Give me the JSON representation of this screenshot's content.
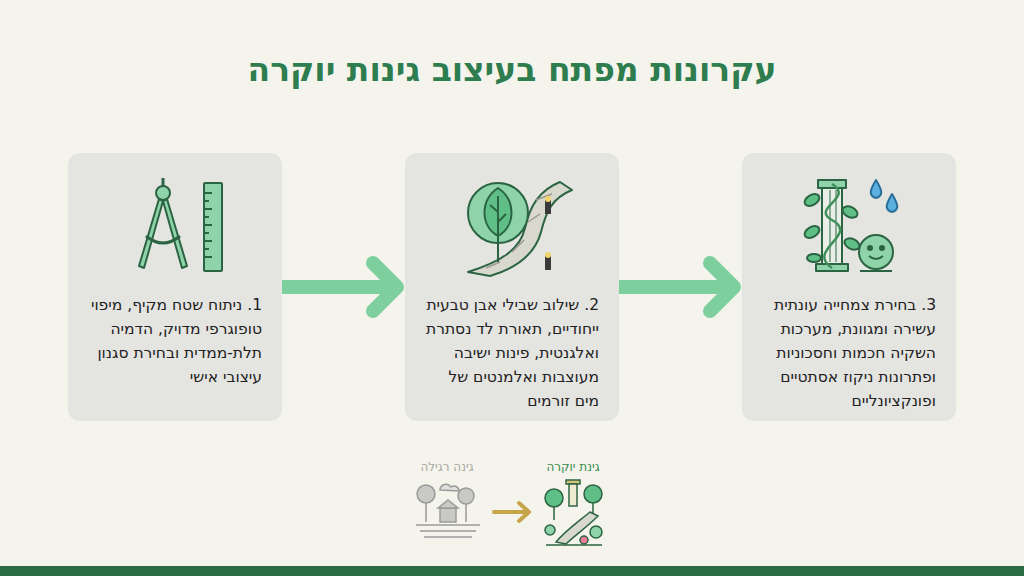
{
  "diagram": {
    "title": "עקרונות מפתח בעיצוב גינות יוקרה",
    "nodes": [
      {
        "text": [
          "1. ניתוח שטח מקיף, מיפוי טופוגרפי מדויק, הדמיה תלת-ממדית ובחירת סגנון עיצובי אישי"
        ]
      },
      {
        "text": [
          "2. שילוב שבילי אבן טבעית ייחודיים, תאורת לד נסתרת ואלגנטית, פינות ישיבה מעוצבות ואלמנטים של מים זורמים"
        ]
      },
      {
        "text": [
          "3. בחירת צמחייה עונתית עשירה ומגוונת, מערכות השקיה חכמות וחסכוניות ופתרונות ניקוז אסתטיים ופונקציונליים"
        ]
      }
    ],
    "edges": [
      {
        "from": 0,
        "to": 1,
        "arrow": "to"
      },
      {
        "from": 1,
        "to": 2,
        "arrow": "to"
      }
    ],
    "labels": [
      "גינת יוקרה",
      "גינה רגילה"
    ]
  }
}
